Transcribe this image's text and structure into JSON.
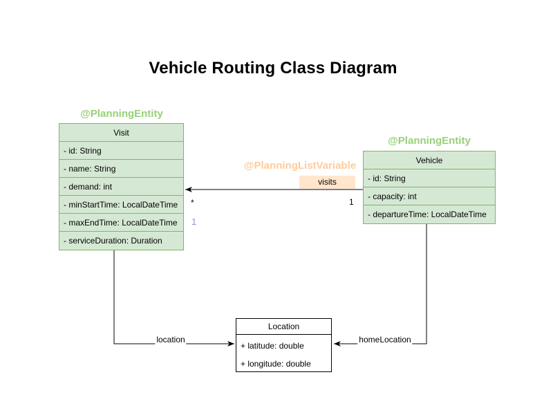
{
  "title": "Vehicle Routing Class Diagram",
  "colors": {
    "entity_fill": "#d5e8d4",
    "entity_stroke": "#82b366",
    "annotation_green": "#97d077",
    "annotation_orange": "#ffcc99",
    "visits_chip_fill": "#ffe6cc",
    "plain_fill": "#ffffff",
    "plain_stroke": "#000000",
    "secondary_multiplicity_color": "#b085c9",
    "edge_color": "#000000"
  },
  "classes": [
    {
      "annotation": "@PlanningEntity",
      "name": "Visit",
      "attributes": [
        "- id: String",
        "- name: String",
        "- demand: int",
        "- minStartTime: LocalDateTime",
        "- maxEndTime: LocalDateTime",
        "- serviceDuration: Duration"
      ]
    },
    {
      "annotation": "@PlanningEntity",
      "name": "Vehicle",
      "attributes": [
        "- id: String",
        "- capacity: int",
        "- departureTime: LocalDateTime"
      ]
    },
    {
      "name": "Location",
      "attributes": [
        "+ latitude: double",
        "+ longitude: double"
      ]
    }
  ],
  "edges": {
    "visits": {
      "annotation": "@PlanningListVariable",
      "label": "visits",
      "mult_source": "1",
      "mult_target": "*",
      "mult_secondary": "1"
    },
    "location": {
      "label": "location"
    },
    "homeLocation": {
      "label": "homeLocation"
    }
  }
}
